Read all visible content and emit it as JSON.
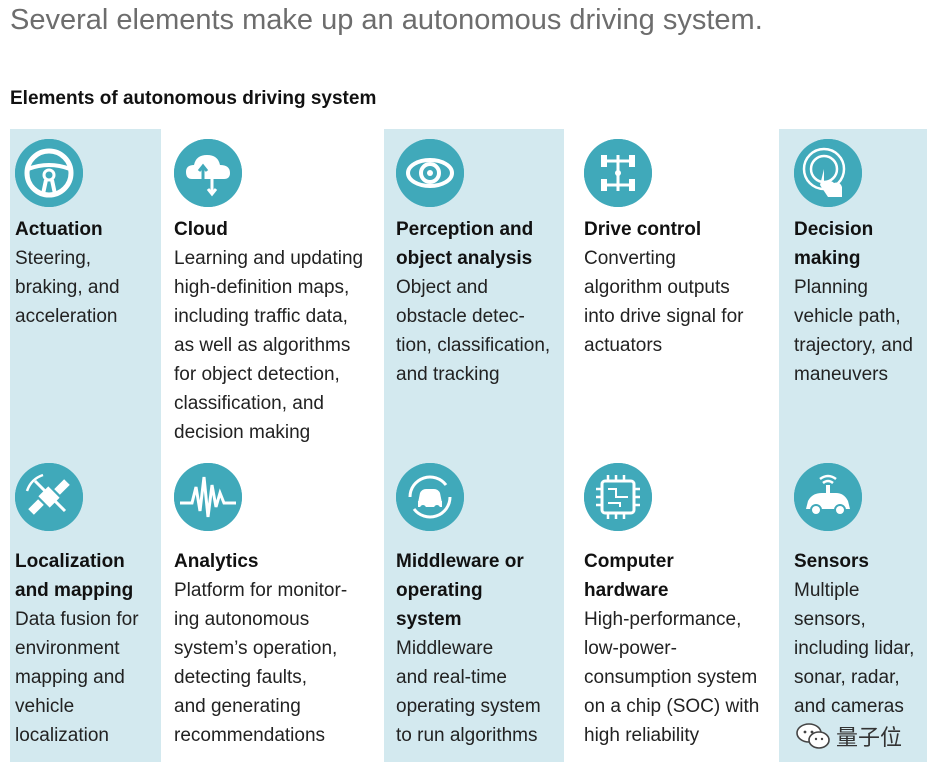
{
  "headline": "Several elements make up an autonomous driving system.",
  "subtitle": "Elements of autonomous driving system",
  "colors": {
    "band": "#d3e9ef",
    "icon": "#40a9ba"
  },
  "elements": [
    {
      "icon": "steering-wheel-icon",
      "title": "Actuation",
      "description": "Steering,\nbraking, and\nacceleration"
    },
    {
      "icon": "cloud-icon",
      "title": "Cloud",
      "description": "Learning and updating\nhigh-definition maps,\nincluding traffic data,\nas well as algorithms\nfor object detection,\nclassification, and\ndecision making"
    },
    {
      "icon": "eye-icon",
      "title": "Perception and\nobject analysis",
      "description": "Object and\nobstacle detec-\ntion, classification,\nand tracking"
    },
    {
      "icon": "chassis-icon",
      "title": "Drive control",
      "description": "Converting\nalgorithm outputs\ninto drive signal for\nactuators"
    },
    {
      "icon": "touch-icon",
      "title": "Decision\nmaking",
      "description": "Planning\nvehicle path,\ntrajectory, and\nmaneuvers"
    },
    {
      "icon": "satellite-icon",
      "title": "Localization\nand mapping",
      "description": "Data fusion for\nenvironment\nmapping and\nvehicle\nlocalization"
    },
    {
      "icon": "pulse-icon",
      "title": "Analytics",
      "description": "Platform for monitor-\ning autonomous\nsystem’s operation,\ndetecting faults,\nand generating\nrecommendations"
    },
    {
      "icon": "car-loop-icon",
      "title": "Middleware or\noperating\nsystem",
      "description": "Middleware\nand real-time\noperating system\nto run algorithms"
    },
    {
      "icon": "chip-icon",
      "title": "Computer\nhardware",
      "description": "High-performance,\nlow-power-\nconsumption system\non a chip (SOC) with\nhigh reliability"
    },
    {
      "icon": "sensor-car-icon",
      "title": "Sensors",
      "description": "Multiple\nsensors,\nincluding lidar,\nsonar, radar,\nand cameras"
    }
  ],
  "watermark": {
    "text": "量子位"
  }
}
